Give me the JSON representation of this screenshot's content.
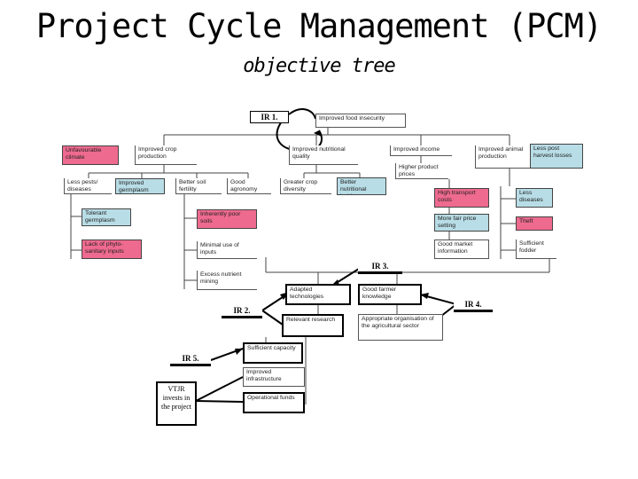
{
  "title": "Project Cycle Management (PCM)",
  "subtitle": "objective tree",
  "labels": {
    "ir1": "IR 1.",
    "ir2": "IR 2.",
    "ir3": "IR 3.",
    "ir4": "IR 4.",
    "ir5": "IR 5.",
    "vtjr": "VTJR invests in the project"
  },
  "boxes": {
    "food_insecurity": "Improved food insecurity",
    "unfavourable_climate": "Unfavourable climate",
    "improved_crop": "Improved crop production",
    "nutritional": "Improved nutritional quality",
    "income": "Improved income",
    "animal_prod": "Improved animal production",
    "less_post_harvest": "Less post harvest losses",
    "less_pests": "Less pests/ diseases",
    "germplasm": "Improved germplasm",
    "better_soil": "Better soil fertility",
    "agronomy": "Good agronomy",
    "crop_diversity": "Greater crop diversity",
    "nutritional_habits": "Better nutritional habits",
    "higher_prices": "Higher product prices",
    "transport": "High transport costs",
    "less_diseases": "Less diseases",
    "tolerant": "Tolerant germplasm",
    "poor_soils": "Inherently poor soils",
    "fair_price": "More fair price setting",
    "theft": "Theft",
    "phyto": "Lack of phyto-sanitary inputs",
    "minimal_inputs": "Minimal use of inputs",
    "market_info": "Good market information",
    "fodder": "Sufficient fodder",
    "excess_mining": "Excess nutrient mining",
    "adapted_tech": "Adapted technologies",
    "farmer_knowledge": "Good farmer knowledge",
    "relevant_research": "Relevant research",
    "appropriate_org": "Appropriate organisation of the agricultural sector",
    "sufficient_capacity": "Sufficient capacity",
    "infrastructure": "Improved infrastructure",
    "operational_funds": "Operational funds"
  }
}
